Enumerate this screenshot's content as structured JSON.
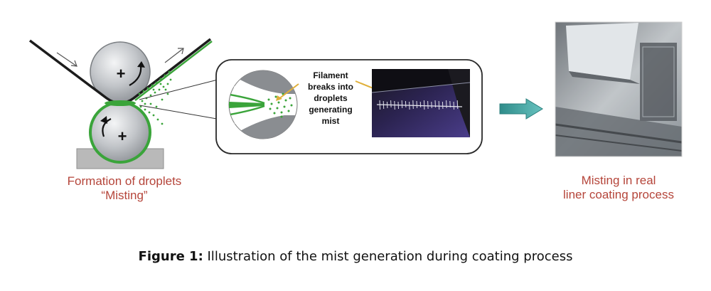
{
  "left_caption": {
    "line1": "Formation of droplets",
    "line2": "“Misting”"
  },
  "callout": {
    "line1": "Filament",
    "line2": "breaks into",
    "line3": "droplets",
    "line4": "generating",
    "line5": "mist"
  },
  "right_caption": {
    "line1": "Misting in real",
    "line2": "liner coating process"
  },
  "figure_caption": {
    "label": "Figure 1:",
    "text": " Illustration of the mist generation during coating process"
  },
  "roller_signs": {
    "top": "+",
    "bottom": "+"
  },
  "colors": {
    "caption_red": "#b5453a",
    "coating_green": "#3aa43a",
    "arrow_teal": "#3c9e9c",
    "roller_gray": "#a9acb0",
    "base_gray": "#b9b9b9"
  }
}
